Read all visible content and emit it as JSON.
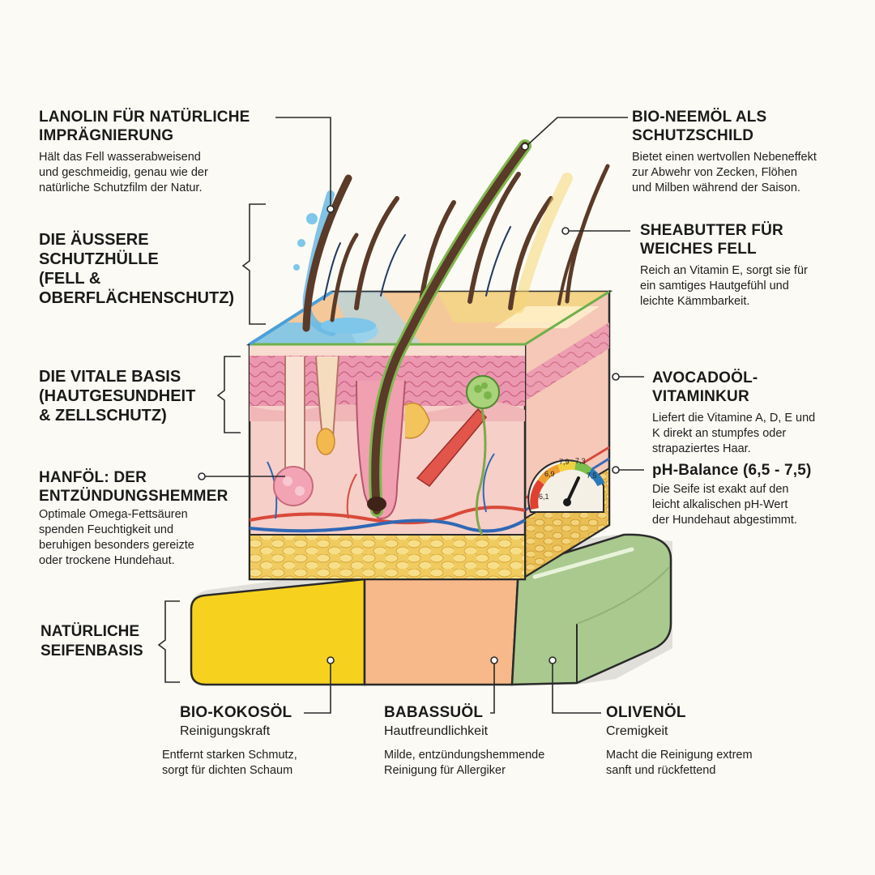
{
  "labels": {
    "lanolin": {
      "title": [
        "LANOLIN FÜR NATÜRLICHE",
        "IMPRÄGNIERUNG"
      ],
      "desc": [
        "Hält das Fell wasserabweisend",
        "und geschmeidig, genau wie der",
        "natürliche Schutzfilm der Natur."
      ]
    },
    "neem": {
      "title": [
        "BIO-NEEMÖL ALS",
        "SCHUTZSCHILD"
      ],
      "desc": [
        "Bietet einen wertvollen Nebeneffekt",
        "zur Abwehr von Zecken, Flöhen",
        "und Milben während der Saison."
      ]
    },
    "outer": {
      "title": [
        "DIE ÄUSSERE",
        "SCHUTZHÜLLE",
        "(FELL &",
        "OBERFLÄCHENSCHUTZ)"
      ]
    },
    "shea": {
      "title": [
        "SHEABUTTER FÜR",
        "WEICHES FELL"
      ],
      "desc": [
        "Reich an Vitamin E, sorgt sie für",
        "ein samtiges Hautgefühl und",
        "leichte Kämmbarkeit."
      ]
    },
    "vital": {
      "title": [
        "DIE VITALE BASIS",
        "(HAUTGESUNDHEIT",
        "& ZELLSCHUTZ)"
      ]
    },
    "avocado": {
      "title": [
        "AVOCADOÖL-",
        "VITAMINKUR"
      ],
      "desc": [
        "Liefert die Vitamine A, D, E und",
        "K direkt an stumpfes oder",
        "strapaziertes Haar."
      ]
    },
    "hemp": {
      "title": [
        "HANFÖL: DER",
        "ENTZÜNDUNGSHEMMER"
      ],
      "desc": [
        "Optimale Omega-Fettsäuren",
        "spenden Feuchtigkeit und",
        "beruhigen besonders gereizte",
        "oder trockene Hundehaut."
      ]
    },
    "ph": {
      "title": [
        "pH-Balance (6,5 - 7,5)"
      ],
      "desc": [
        "Die Seife ist exakt auf den",
        "leicht alkalischen pH-Wert",
        "der Hundehaut abgestimmt."
      ]
    },
    "base": {
      "title": [
        "NATÜRLICHE",
        "SEIFENBASIS"
      ]
    },
    "coconut": {
      "title": [
        "BIO-KOKOSÖL"
      ],
      "sub": "Reinigungskraft",
      "desc": [
        "Entfernt starken Schmutz,",
        "sorgt für dichten Schaum"
      ]
    },
    "babassu": {
      "title": [
        "BABASSUÖL"
      ],
      "sub": "Hautfreundlichkeit",
      "desc": [
        "Milde, entzündungshemmende",
        "Reinigung für Allergiker"
      ]
    },
    "olive": {
      "title": [
        "OLIVENÖL"
      ],
      "sub": "Cremigkeit",
      "desc": [
        "Macht die Reinigung extrem",
        "sanft und rückfettend"
      ]
    }
  },
  "gauge": {
    "ticks": [
      "6,1",
      "6,9",
      "7,9",
      "7,3",
      "7,5"
    ],
    "colors": [
      "#e04030",
      "#f0a030",
      "#f0d040",
      "#7ac04a",
      "#2a7ab8",
      "#2a58a8"
    ]
  },
  "colors": {
    "coconut": "#f6d21e",
    "babassu": "#f7b98a",
    "olive": "#a9c98e",
    "fat": "#f2d16a",
    "dermis": "#f3c6c4",
    "epidermis": "#e98aa8",
    "hair": "#5a3a28",
    "water": "#7ec6ea"
  }
}
